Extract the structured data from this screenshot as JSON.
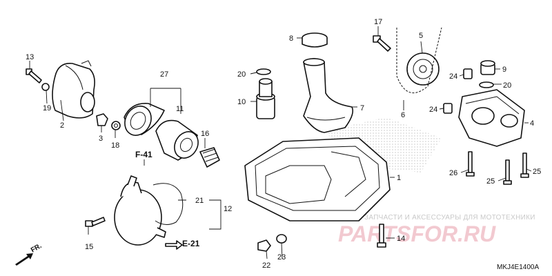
{
  "callouts": {
    "c1": "1",
    "c2": "2",
    "c3": "3",
    "c4": "4",
    "c5": "5",
    "c6": "6",
    "c7": "7",
    "c8": "8",
    "c9": "9",
    "c10": "10",
    "c11": "11",
    "c12": "12",
    "c13": "13",
    "c14": "14",
    "c15": "15",
    "c16": "16",
    "c17": "17",
    "c18": "18",
    "c19": "19",
    "c20a": "20",
    "c20b": "20",
    "c21": "21",
    "c22": "22",
    "c23": "23",
    "c24a": "24",
    "c24b": "24",
    "c25a": "25",
    "c25b": "25",
    "c26": "26",
    "c27": "27"
  },
  "refs": {
    "f41": "F-41",
    "e21": "E-21"
  },
  "direction_label": "FR.",
  "diagram_code": "MKJ4E1400A",
  "watermark": {
    "text": "ЗАПЧАСТИ И АКСЕССУАРЫ ДЛЯ МОТОТЕХНИКИ",
    "logo": "PARTSFOR.RU"
  }
}
